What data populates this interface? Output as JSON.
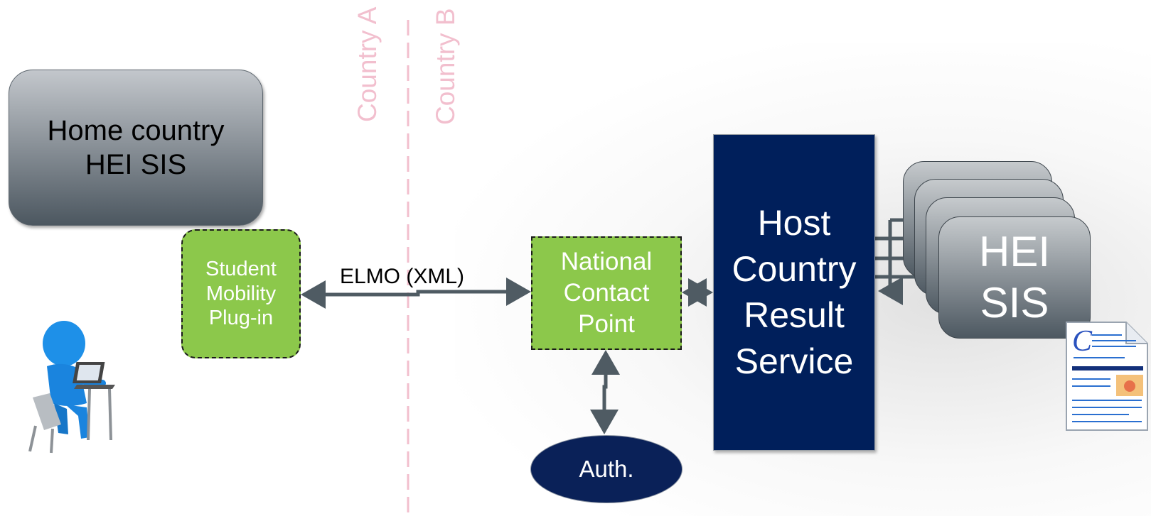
{
  "nodes": {
    "home_sis": "Home country\nHEI SIS",
    "plugin": "Student\nMobility\nPlug-in",
    "ncp": "National\nContact\nPoint",
    "hcrs": "Host\nCountry\nResult\nService",
    "auth": "Auth.",
    "hei_sis": "HEI\nSIS"
  },
  "borders": {
    "country_a": "Country A",
    "country_b": "Country B"
  },
  "edges": {
    "plugin_ncp": "ELMO (XML)"
  },
  "icons": [
    "student-laptop-icon",
    "document-icon"
  ],
  "colors": {
    "green": "#8cc84b",
    "navy": "#001f5b",
    "border_line": "#f2bfce",
    "arrow": "#4f5b63"
  }
}
